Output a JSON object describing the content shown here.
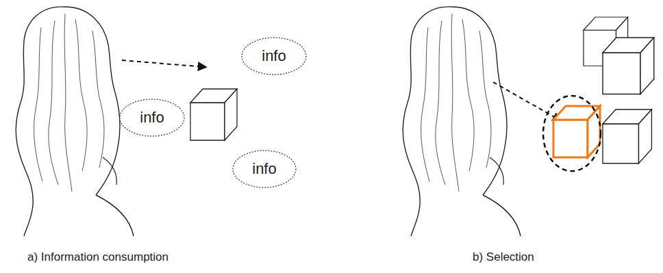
{
  "diagram": {
    "nodes": [
      {
        "text": [
          "info"
        ]
      },
      {
        "text": [
          "info"
        ]
      },
      {
        "text": [
          "info"
        ]
      }
    ],
    "labels": [
      "a) Information consumption",
      "b) Selection"
    ]
  }
}
